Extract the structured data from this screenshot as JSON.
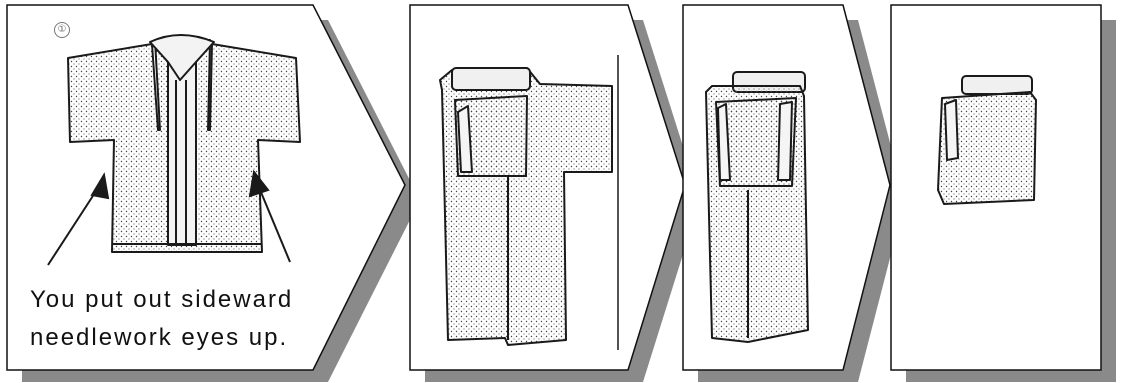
{
  "step_number": "①",
  "caption": {
    "line1": "You put out sideward",
    "line2": "needlework eyes up."
  },
  "colors": {
    "shadow": "#8a8a8a",
    "outline": "#1a1a1a",
    "background": "#ffffff"
  }
}
